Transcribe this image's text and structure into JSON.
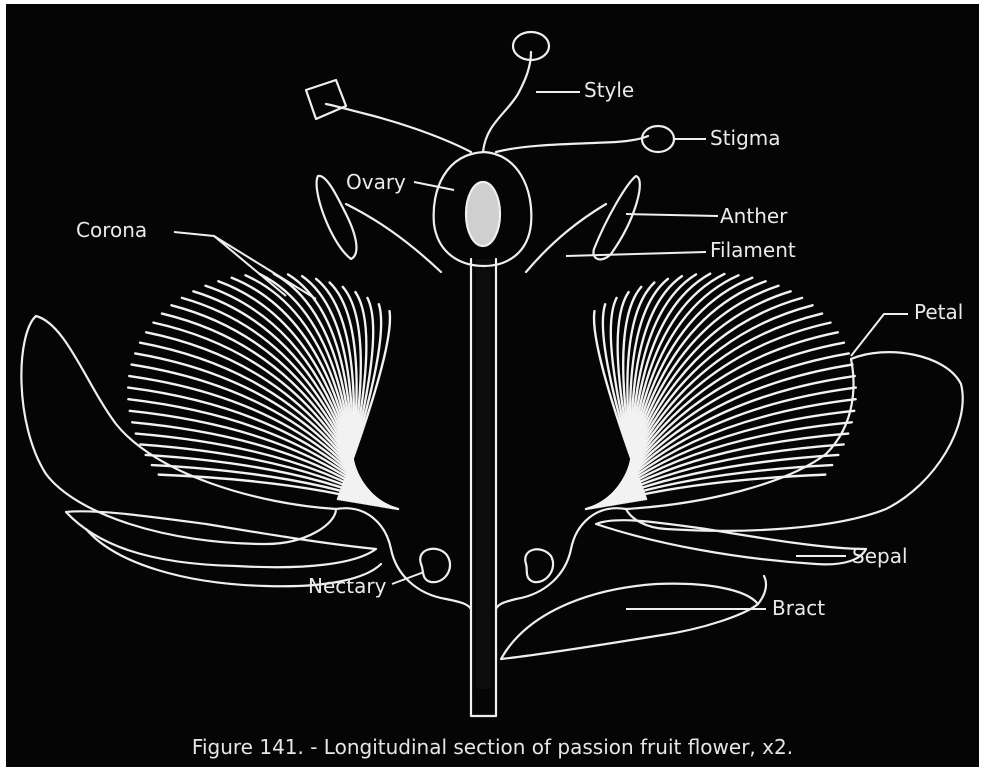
{
  "labels": {
    "style": "Style",
    "stigma": "Stigma",
    "ovary": "Ovary",
    "anther": "Anther",
    "filament": "Filament",
    "corona": "Corona",
    "petal": "Petal",
    "sepal": "Sepal",
    "nectary": "Nectary",
    "bract": "Bract"
  },
  "caption": "Figure 141. - Longitudinal section of passion fruit flower, x2.",
  "colors": {
    "background": "#050505",
    "line": "#efefef"
  }
}
